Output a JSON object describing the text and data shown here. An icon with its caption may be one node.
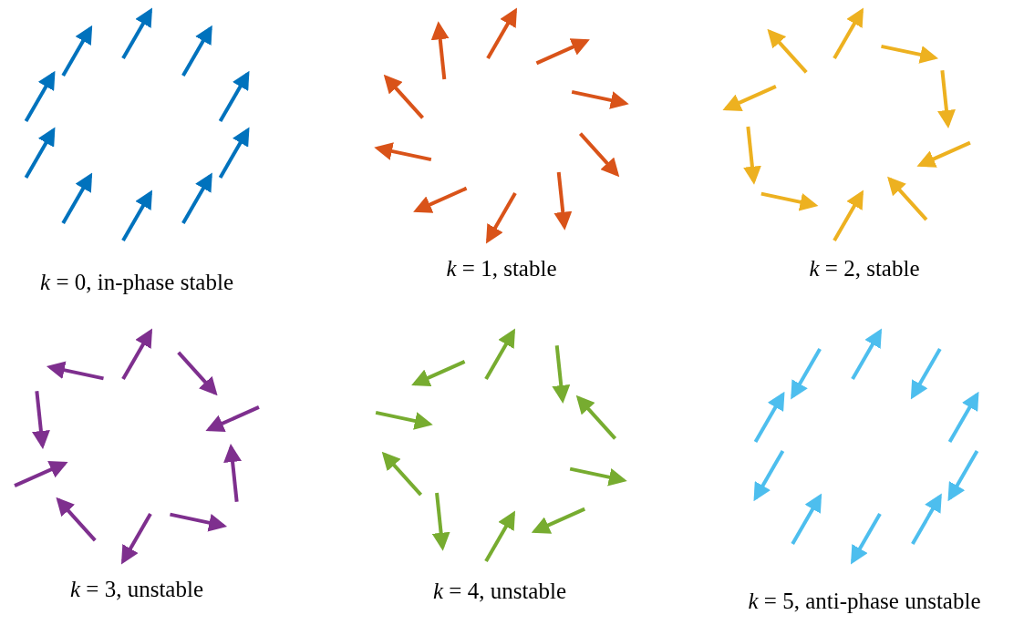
{
  "diagram": {
    "labels": [
      "*k* = 0, in-phase stable",
      "*k* = 1, stable",
      "*k* = 2, stable",
      "*k* = 3, unstable",
      "*k* = 4, unstable",
      "*k* = 5, anti-phase unstable"
    ]
  }
}
